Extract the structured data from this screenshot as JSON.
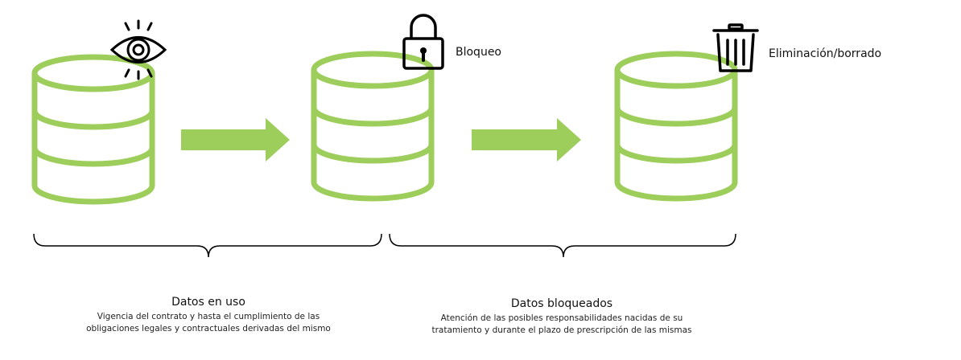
{
  "colors": {
    "db_stroke": "#9dcd5a",
    "arrow_fill": "#9dcd5a",
    "icon_stroke": "#000000",
    "bracket_stroke": "#000000"
  },
  "stages": [
    {
      "icon": "eye-icon",
      "label": ""
    },
    {
      "icon": "lock-icon",
      "label": "Bloqueo"
    },
    {
      "icon": "trash-icon",
      "label": "Eliminación/borrado"
    }
  ],
  "periods": [
    {
      "title": "Datos en uso",
      "description_line1": "Vigencia del contrato y hasta el cumplimiento de las",
      "description_line2": "obligaciones legales y contractuales derivadas del mismo"
    },
    {
      "title": "Datos bloqueados",
      "description_line1": "Atención de las posibles responsabilidades nacidas de su",
      "description_line2": "tratamiento y durante el plazo de prescripción de las mismas"
    }
  ]
}
